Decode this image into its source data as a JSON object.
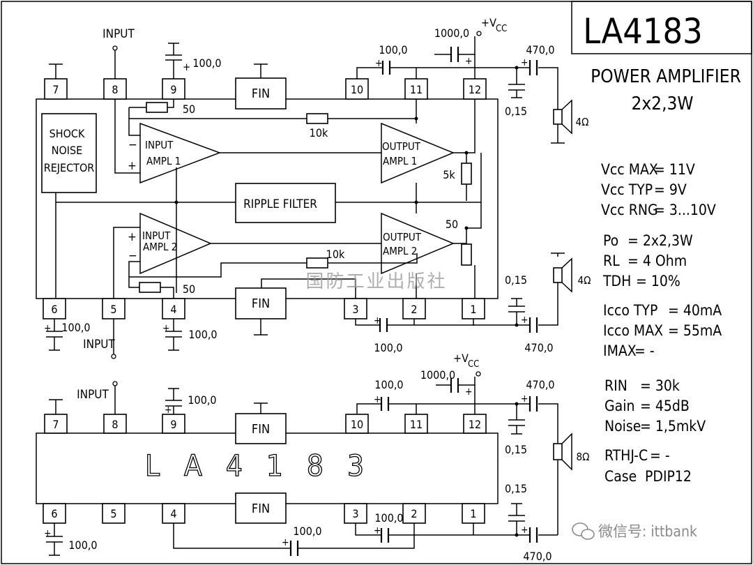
{
  "title": {
    "part": "LA4183",
    "desc1": "POWER AMPLIFIER",
    "desc2": "2x2,3W"
  },
  "labels": {
    "input": "INPUT",
    "vcc": "+V",
    "vcc_sub": "CC",
    "fin": "FIN",
    "shock": [
      "SHOCK",
      "NOISE",
      "REJECTOR"
    ],
    "in_ampl_1": [
      "INPUT",
      "AMPL 1"
    ],
    "in_ampl_2": [
      "INPUT",
      "AMPL 2"
    ],
    "out_ampl_1": [
      "OUTPUT",
      "AMPL 1"
    ],
    "out_ampl_2": [
      "OUTPUT",
      "AMPL 2"
    ],
    "ripple": "RIPPLE FILTER",
    "chip_body": "LA4183",
    "plus": "+",
    "minus": "−"
  },
  "pins_top": [
    "7",
    "8",
    "9",
    "10",
    "11",
    "12"
  ],
  "pins_bottom": [
    "6",
    "5",
    "4",
    "3",
    "2",
    "1"
  ],
  "components": {
    "c_100": "100,0",
    "c_1000": "1000,0",
    "c_470": "470,0",
    "c_015": "0,15",
    "r_50": "50",
    "r_10k": "10k",
    "r_5k": "5k",
    "spk_4": "4Ω",
    "spk_8": "8Ω"
  },
  "specs": [
    {
      "key": "Vcc MAX",
      "val": "= 11V"
    },
    {
      "key": "Vcc TYP",
      "val": "= 9V"
    },
    {
      "key": "Vcc RNG",
      "val": "= 3...10V"
    },
    {
      "key": "Po",
      "val": "= 2x2,3W"
    },
    {
      "key": "RL",
      "val": "= 4 Ohm"
    },
    {
      "key": "TDH",
      "val": "= 10%"
    },
    {
      "key": "Icco TYP",
      "val": "= 40mA"
    },
    {
      "key": "Icco MAX",
      "val": "= 55mA"
    },
    {
      "key": "IMAX",
      "val": "=   -"
    },
    {
      "key": "RIN",
      "val": "= 30k"
    },
    {
      "key": "Gain",
      "val": "= 45dB"
    },
    {
      "key": "Noise",
      "val": "= 1,5mkV"
    },
    {
      "key": "RTHJ-C",
      "val": "= -"
    },
    {
      "key": "Case",
      "val": "PDIP12"
    }
  ],
  "watermark": "国防工业出版社",
  "footer": "微信号: ittbank"
}
